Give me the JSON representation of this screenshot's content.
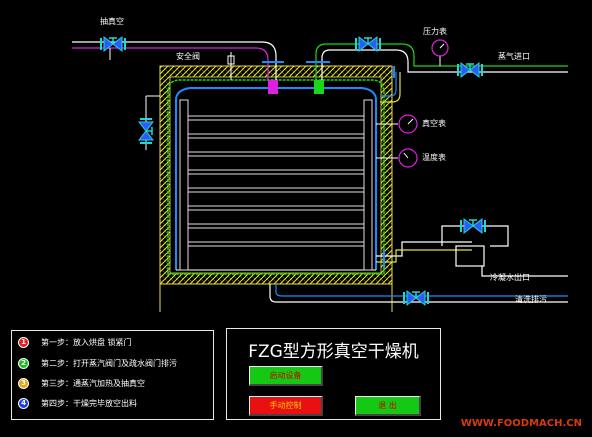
{
  "labels": {
    "vacuum_pump": "抽真空",
    "safety_valve": "安全阀",
    "pressure_gauge": "压力表",
    "steam_inlet": "蒸气进口",
    "vacuum_gauge": "真空表",
    "thermometer": "温度表",
    "condensate_outlet": "冷凝水出口",
    "cleaning_drain": "清洗排污"
  },
  "steps": [
    {
      "num": "1",
      "text": "第一步：放入烘盘  锁紧门",
      "color": "#e41f1f"
    },
    {
      "num": "2",
      "text": "第二步：打开蒸汽阀门及疏水阀门排污",
      "color": "#1fbf1f"
    },
    {
      "num": "3",
      "text": "第三步：通蒸汽加热及抽真空",
      "color": "#e8a317"
    },
    {
      "num": "4",
      "text": "第四步：干燥完毕放空出料",
      "color": "#1f3fe4"
    }
  ],
  "panel": {
    "title": "FZG型方形真空干燥机",
    "start_label": "启动设备",
    "manual_label": "手动控制",
    "exit_label": "退 出"
  },
  "watermark": "WWW.FOODMACH.CN",
  "colors": {
    "pipe_white": "#ffffff",
    "pipe_blue": "#1a8cff",
    "pipe_green": "#18d818",
    "pipe_magenta": "#e020e0",
    "jacket_yellow": "#e8e040",
    "shelf": "#e0e0e0",
    "valve_blue": "#2a5cff",
    "valve_cyan": "#20d8d8",
    "start_button": "#14c814",
    "manual_button": "#e81010",
    "exit_button": "#14c814"
  }
}
